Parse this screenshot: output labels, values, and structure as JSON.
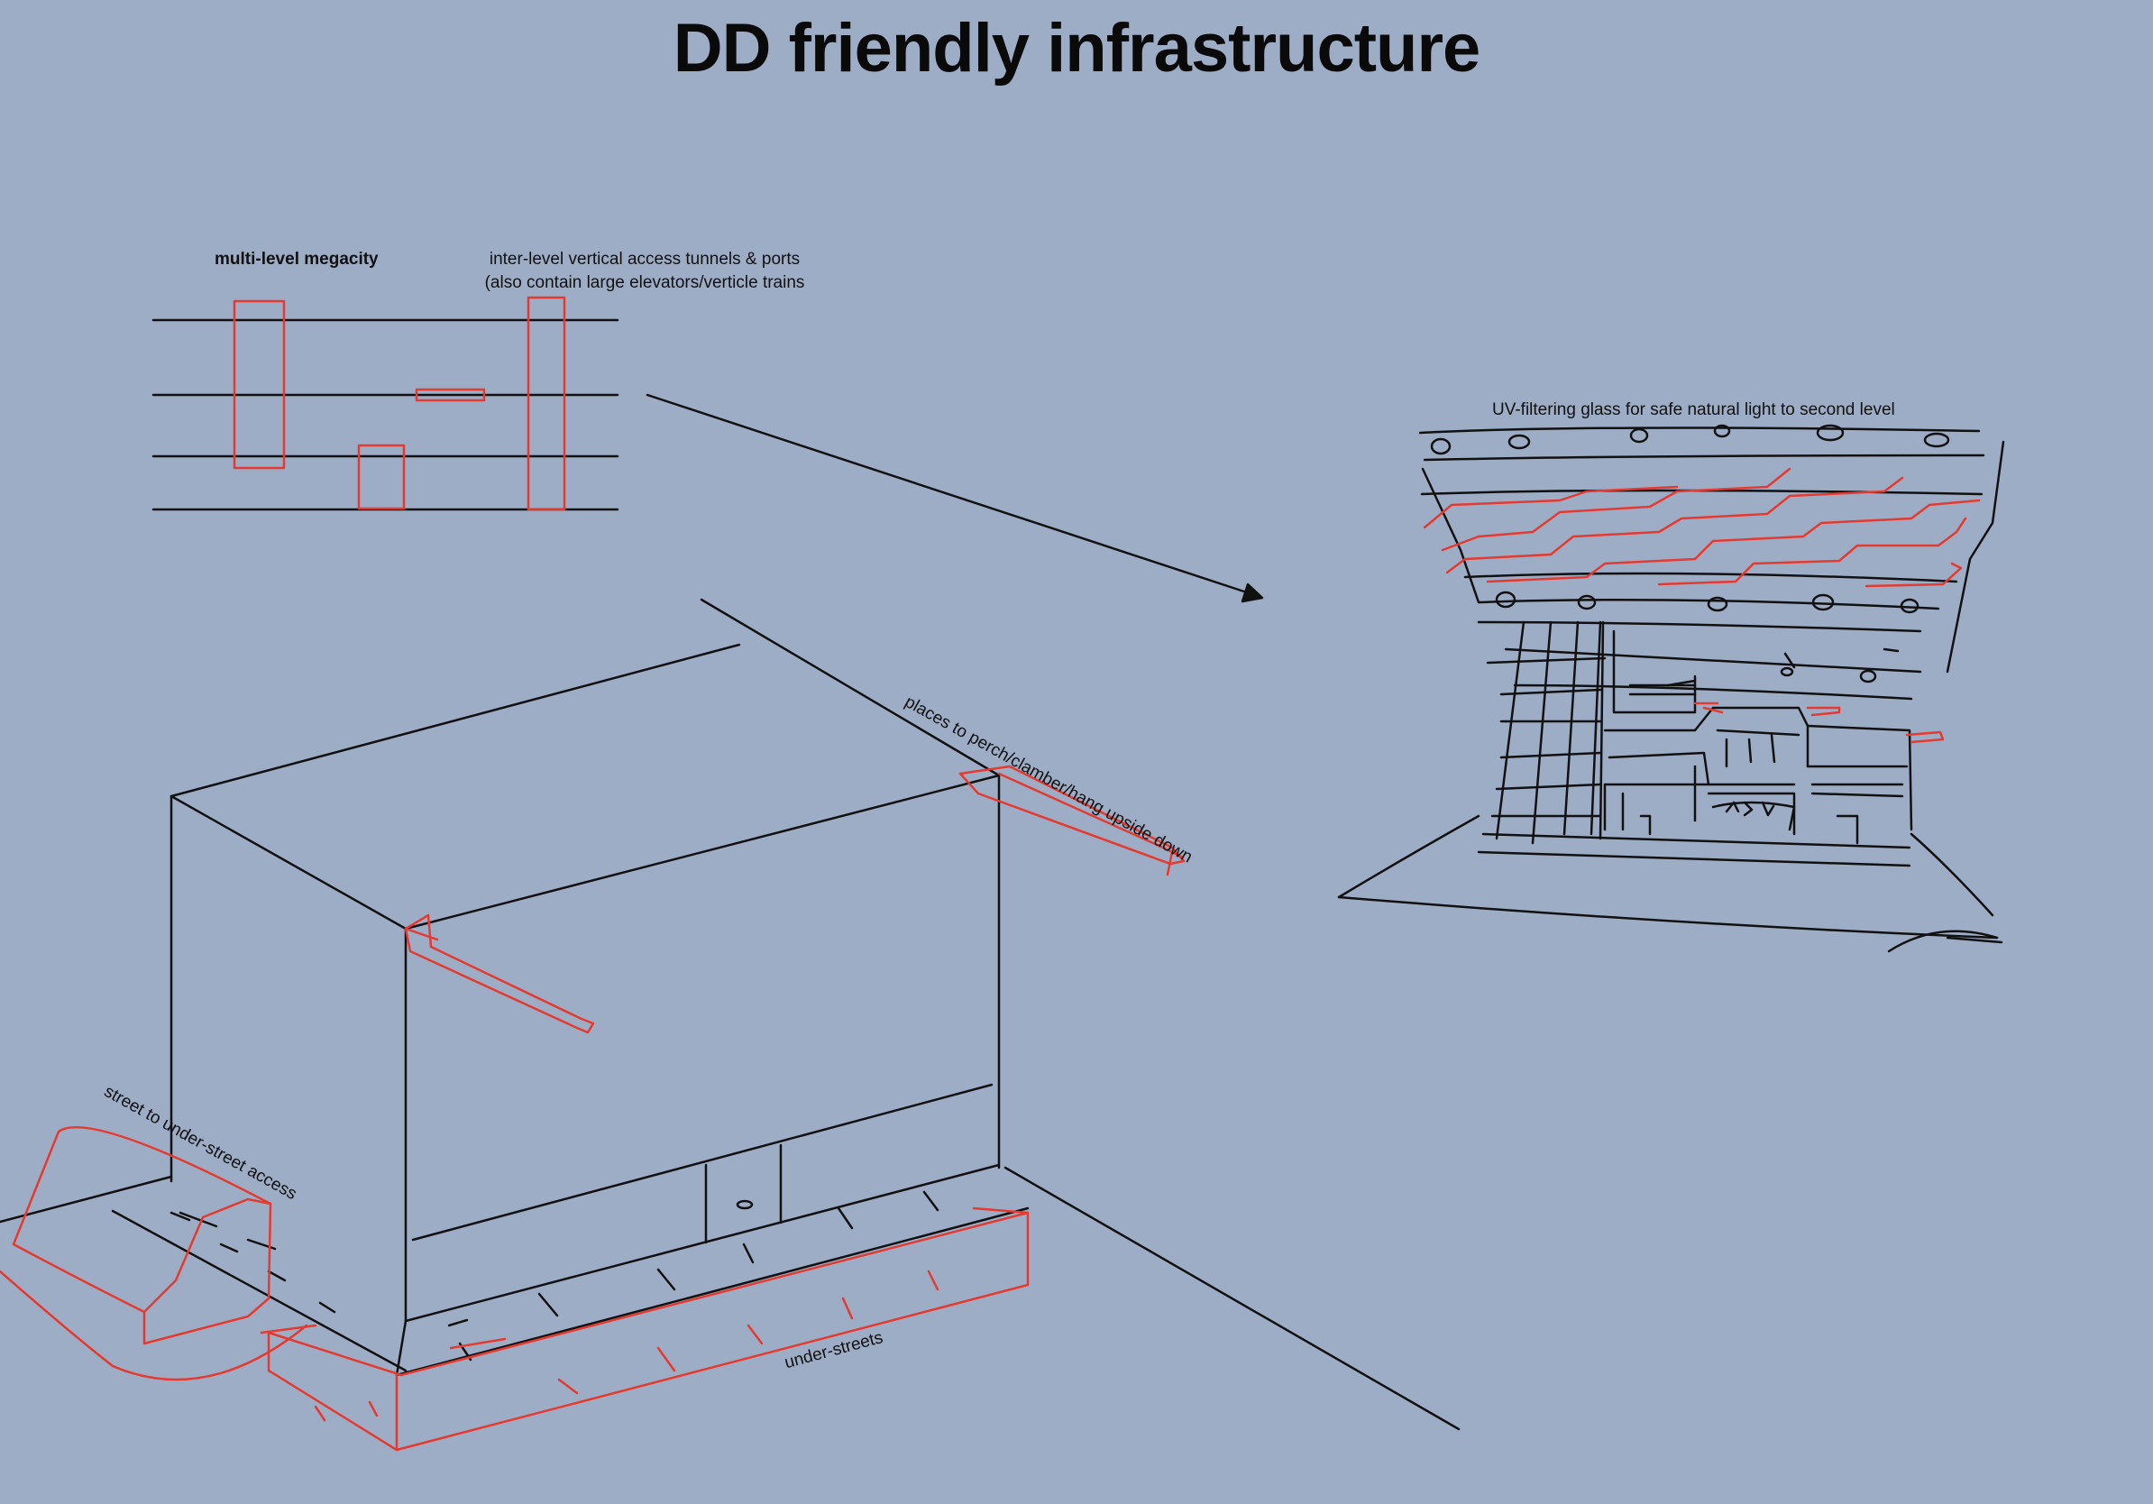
{
  "title": "DD friendly infrastructure",
  "labels": {
    "megacity": "multi-level megacity",
    "tunnels_line1": "inter-level vertical access tunnels & ports",
    "tunnels_line2": "(also contain large elevators/verticle trains",
    "uv_glass": "UV-filtering glass for safe natural light to second level",
    "perch": "places to perch/clamber/hang upside down",
    "street_access": "street to under-street access",
    "under_streets": "under-streets"
  },
  "colors": {
    "background": "#9eadc6",
    "ink": "#111111",
    "highlight": "#e53a2f"
  }
}
